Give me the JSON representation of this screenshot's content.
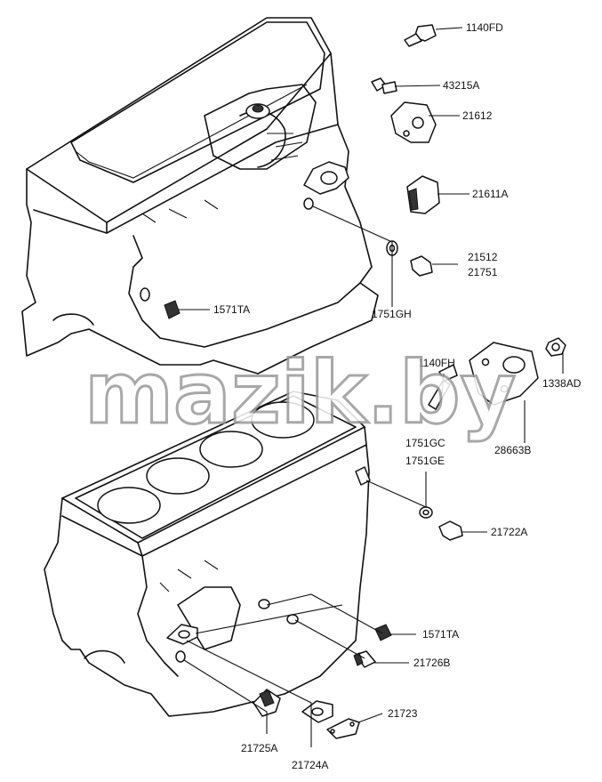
{
  "watermark": "mazik.by",
  "labels": {
    "p1140FD": "1140FD",
    "p43215A": "43215A",
    "p21612": "21612",
    "p21611A": "21611A",
    "p21512": "21512",
    "p21751": "21751",
    "p1751GH": "1751GH",
    "p1571TA_upper": "1571TA",
    "p1140FH": "1140FH",
    "p1338AD": "1338AD",
    "p28663B": "28663B",
    "p1751GC": "1751GC",
    "p1751GE": "1751GE",
    "p21722A": "21722A",
    "p1571TA_lower": "1571TA",
    "p21726B": "21726B",
    "p21723": "21723",
    "p21725A": "21725A",
    "p21724A": "21724A"
  }
}
